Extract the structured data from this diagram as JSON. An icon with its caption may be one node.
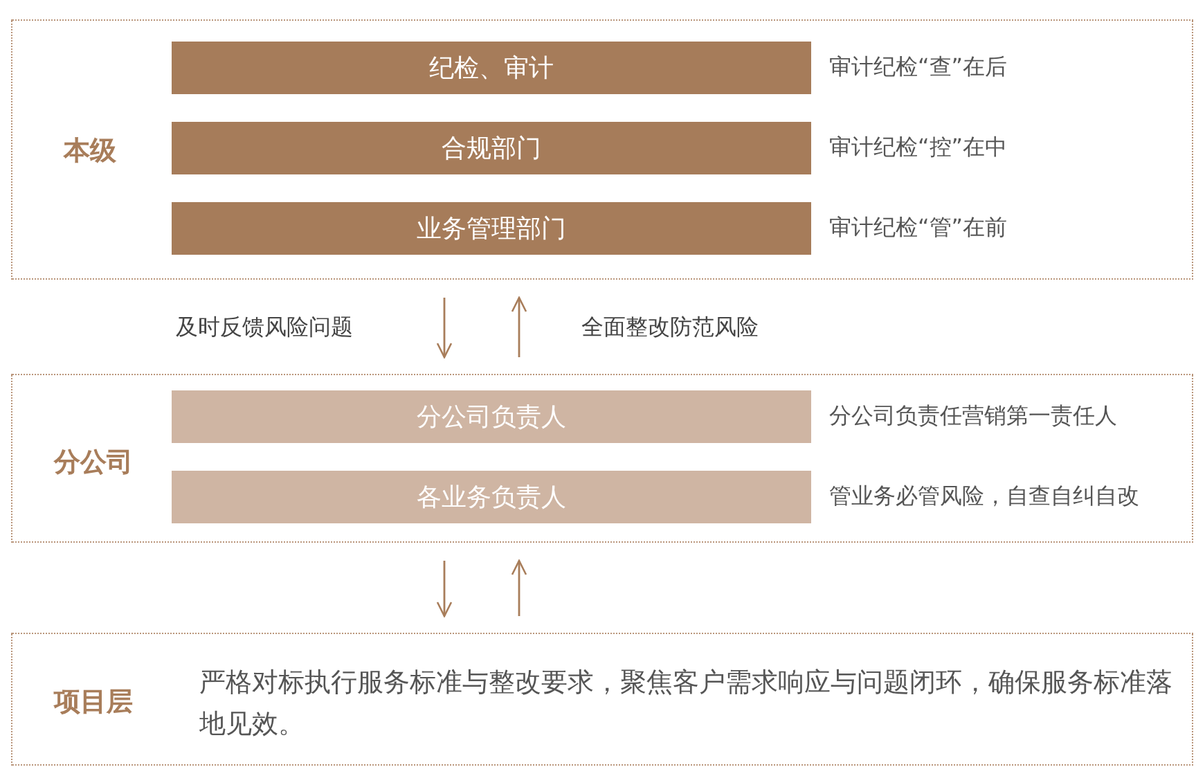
{
  "diagram": {
    "nodes": [
      {
        "text": [
          "本级"
        ]
      },
      {
        "text": [
          "纪检、审计"
        ],
        "in": 0,
        "beside": [
          "审计纪检“查”在后"
        ]
      },
      {
        "text": [
          "合规部门"
        ],
        "in": 0,
        "beside": [
          "审计纪检“控”在中"
        ]
      },
      {
        "text": [
          "业务管理部门"
        ],
        "in": 0,
        "beside": [
          "审计纪检“管”在前"
        ]
      },
      {
        "text": [
          "分公司"
        ]
      },
      {
        "text": [
          "分公司负责人"
        ],
        "in": 4,
        "beside": [
          "分公司负责任营销第一责任人"
        ]
      },
      {
        "text": [
          "各业务负责人"
        ],
        "in": 4,
        "beside": [
          "管业务必管风险，自查自纠自改"
        ]
      },
      {
        "text": [
          "项目层",
          "严格对标执行服务标准与整改要求，聚焦客户需求响应与问题闭环，确保服务标准落地见效。"
        ]
      }
    ],
    "edges": [
      {
        "from": 0,
        "to": 4,
        "arrow": "to",
        "label": "及时反馈风险问题"
      },
      {
        "from": 4,
        "to": 0,
        "arrow": "to",
        "label": "全面整改防范风险"
      },
      {
        "from": 4,
        "to": 7,
        "arrow": "to"
      },
      {
        "from": 7,
        "to": 4,
        "arrow": "to"
      }
    ]
  }
}
